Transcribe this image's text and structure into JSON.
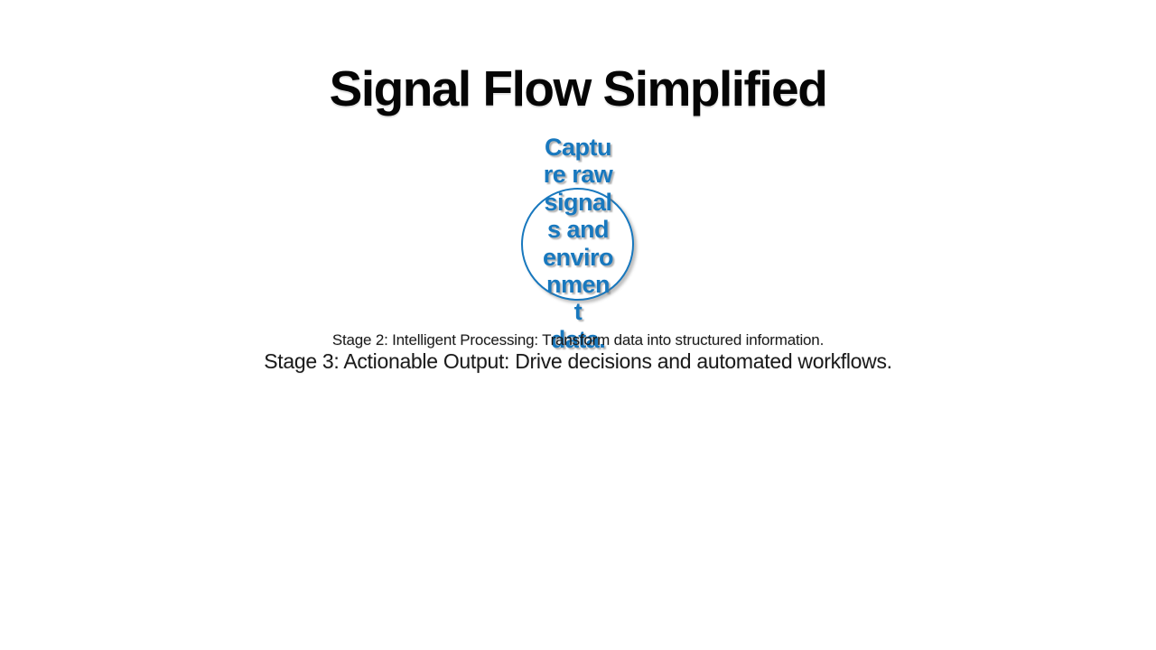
{
  "slide": {
    "title": "Signal Flow Simplified",
    "stage1_shape": {
      "shape": "circle",
      "full_text": "Capture raw signals and environment data.",
      "lines": [
        "Captu",
        "re raw",
        "signal",
        "s and",
        "enviro",
        "nmen",
        "t",
        "data."
      ]
    },
    "stage2": {
      "text": "Stage 2: Intelligent Processing: Transform data into structured information."
    },
    "stage3": {
      "text": "Stage 3: Actionable Output: Drive decisions and automated workflows."
    },
    "colors": {
      "accent_blue": "#1878BE",
      "title_black": "#050505",
      "body_black": "#1A1A1A",
      "background": "#FFFFFF"
    }
  }
}
